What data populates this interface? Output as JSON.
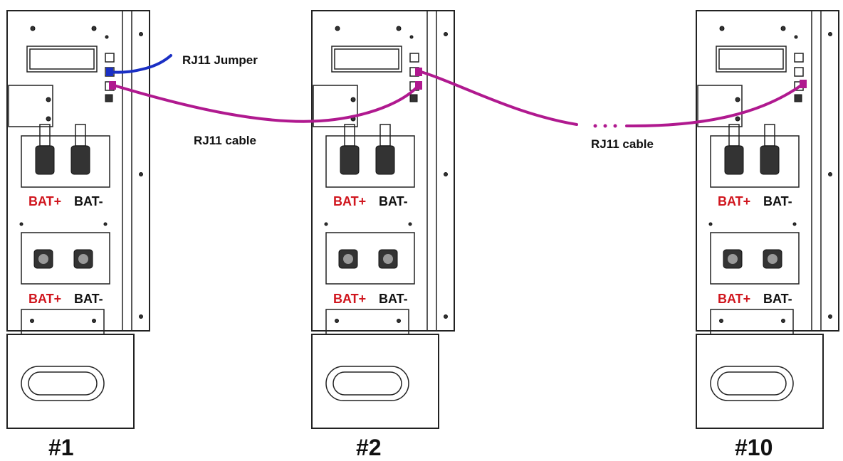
{
  "callouts": {
    "jumper": "RJ11 Jumper",
    "cable_1": "RJ11 cable",
    "cable_2": "RJ11 cable"
  },
  "units": [
    {
      "label": "#1",
      "terminals_upper": {
        "pos": "BAT+",
        "neg": "BAT-"
      },
      "terminals_lower": {
        "pos": "BAT+",
        "neg": "BAT-"
      }
    },
    {
      "label": "#2",
      "terminals_upper": {
        "pos": "BAT+",
        "neg": "BAT-"
      },
      "terminals_lower": {
        "pos": "BAT+",
        "neg": "BAT-"
      }
    },
    {
      "label": "#10",
      "terminals_upper": {
        "pos": "BAT+",
        "neg": "BAT-"
      },
      "terminals_lower": {
        "pos": "BAT+",
        "neg": "BAT-"
      }
    }
  ],
  "colors": {
    "rj11_cable": "#b0198f",
    "rj11_jumper": "#1a2fc4",
    "positive_label": "#d0161e",
    "negative_label": "#111111"
  }
}
